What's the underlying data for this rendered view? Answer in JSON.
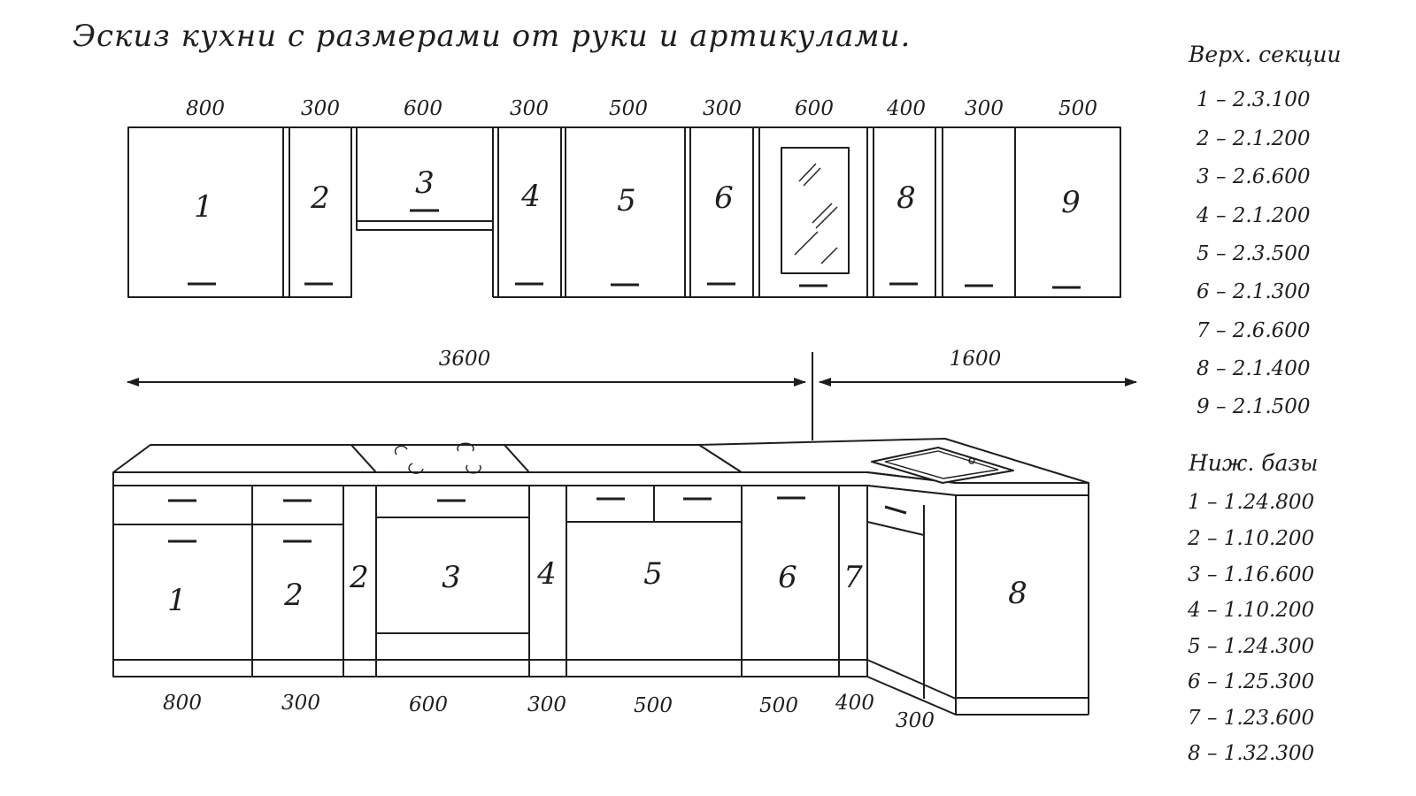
{
  "title": "Эскиз кухни с размерами от руки и артикулами.",
  "upper": {
    "widths": [
      "800",
      "300",
      "600",
      "300",
      "500",
      "300",
      "600",
      "400",
      "300",
      "500"
    ],
    "numbers": [
      "1",
      "2",
      "3",
      "4",
      "5",
      "6",
      "8",
      "9"
    ]
  },
  "overall": {
    "left": "3600",
    "right": "1600"
  },
  "lower": {
    "widths": [
      "800",
      "300",
      "600",
      "300",
      "500",
      "500",
      "400",
      "300"
    ],
    "numbers": [
      "1",
      "2",
      "2",
      "3",
      "4",
      "5",
      "6",
      "7",
      "8"
    ]
  },
  "legend_upper": {
    "heading": "Верх. секции",
    "items": [
      "1 – 2.3.100",
      "2 – 2.1.200",
      "3 – 2.6.600",
      "4 – 2.1.200",
      "5 – 2.3.500",
      "6 – 2.1.300",
      "7 – 2.6.600",
      "8 – 2.1.400",
      "9 – 2.1.500"
    ]
  },
  "legend_lower": {
    "heading": "Ниж. базы",
    "items": [
      "1 – 1.24.800",
      "2 – 1.10.200",
      "3 – 1.16.600",
      "4 – 1.10.200",
      "5 – 1.24.300",
      "6 – 1.25.300",
      "7 – 1.23.600",
      "8 – 1.32.300"
    ]
  }
}
